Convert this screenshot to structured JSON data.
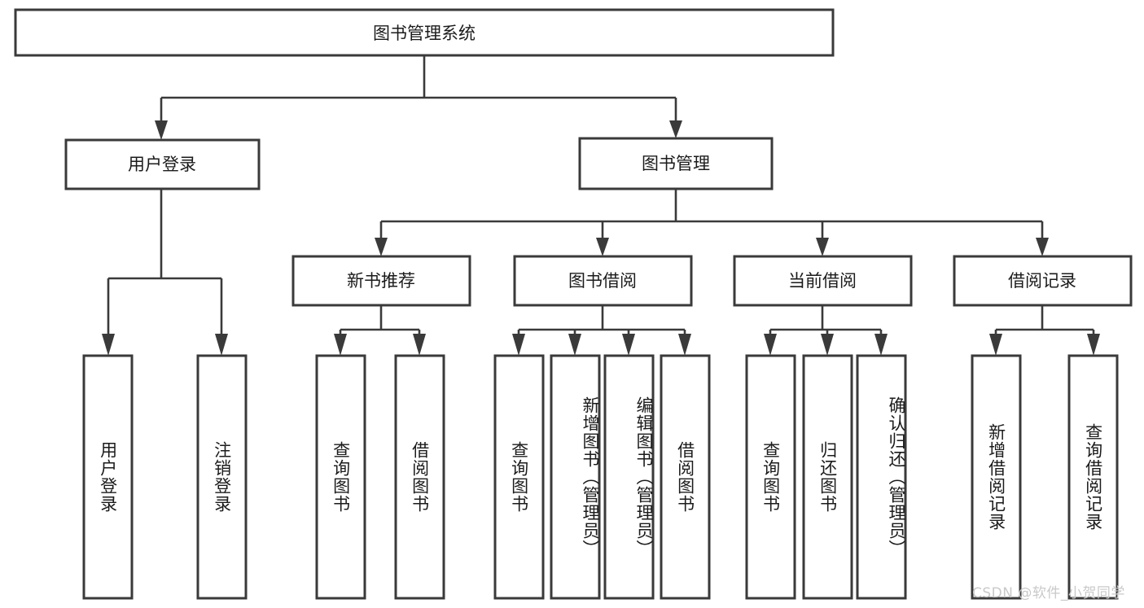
{
  "diagram": {
    "title": "图书管理系统",
    "type": "tree-hierarchy-diagram",
    "colors": {
      "box_stroke": "#3a3a3a",
      "box_fill": "#ffffff",
      "text": "#1b1b1b",
      "connector": "#3a3a3a",
      "background": "#ffffff",
      "watermark": "#c9c9c9"
    },
    "root": {
      "label": "图书管理系统"
    },
    "level2": [
      {
        "label": "用户登录"
      },
      {
        "label": "图书管理"
      }
    ],
    "level3": [
      {
        "label": "新书推荐"
      },
      {
        "label": "图书借阅"
      },
      {
        "label": "当前借阅"
      },
      {
        "label": "借阅记录"
      }
    ],
    "leaves": {
      "user_login": [
        {
          "label": "用户登录"
        },
        {
          "label": "注销登录"
        }
      ],
      "new_book_recommend": [
        {
          "label": "查询图书"
        },
        {
          "label": "借阅图书"
        }
      ],
      "book_borrow": [
        {
          "label": "查询图书"
        },
        {
          "label": "新增图书（管理员）"
        },
        {
          "label": "编辑图书（管理员）"
        },
        {
          "label": "借阅图书"
        }
      ],
      "current_borrow": [
        {
          "label": "查询图书"
        },
        {
          "label": "归还图书"
        },
        {
          "label": "确认归还（管理员）"
        }
      ],
      "borrow_record": [
        {
          "label": "新增借阅记录"
        },
        {
          "label": "查询借阅记录"
        }
      ]
    },
    "watermark": "CSDN @软件_小贺同学"
  }
}
